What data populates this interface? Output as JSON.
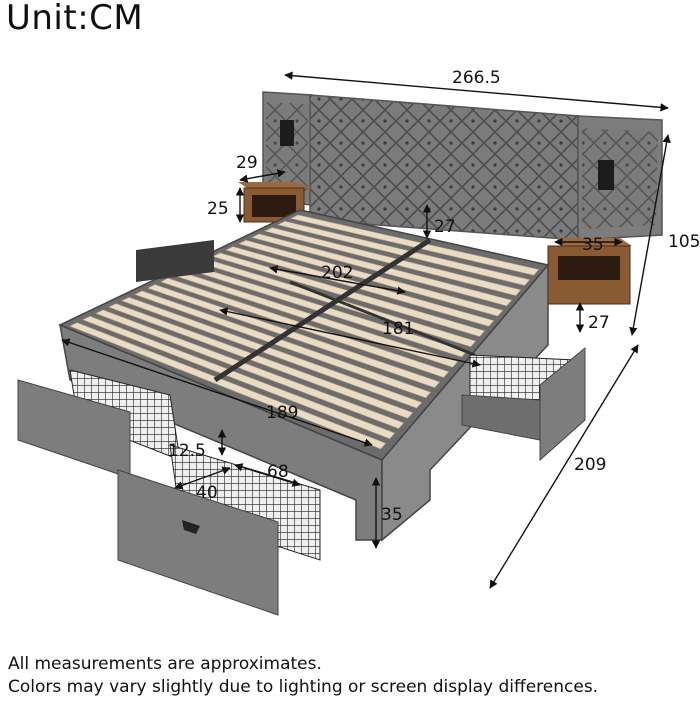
{
  "title": "Unit:CM",
  "notes": [
    "All measurements are approximates.",
    "Colors may vary slightly due to lighting or screen display differences."
  ],
  "dimensions": {
    "overall_width": "266.5",
    "headboard_height": "105",
    "overall_length": "209",
    "nightstand_left_width": "29",
    "nightstand_left_height": "25",
    "headboard_gap": "27",
    "nightstand_right_width": "35",
    "nightstand_right_height": "27",
    "slat_length": "202",
    "slat_width": "181",
    "frame_length": "189",
    "drawer_height": "12.5",
    "drawer_length": "68",
    "drawer_width": "40",
    "bed_height": "35"
  },
  "colors": {
    "upholstery": "#7d7d7d",
    "upholstery_dark": "#5e5e5e",
    "slat": "#eadbc4",
    "wood": "#8a5a33",
    "line": "#111111"
  }
}
